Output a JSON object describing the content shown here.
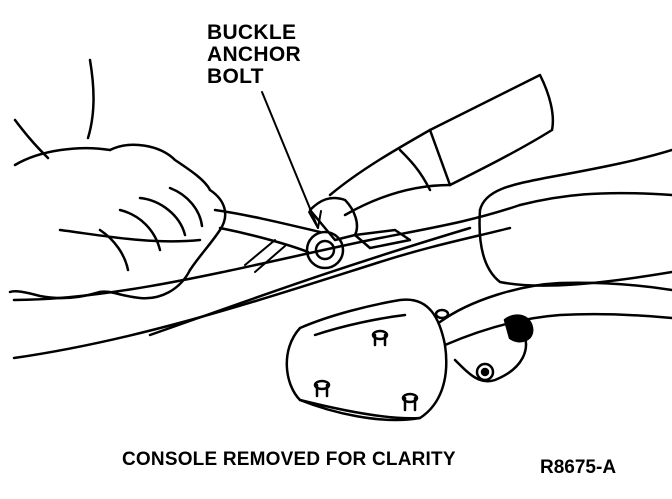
{
  "callout": {
    "line1": "BUCKLE",
    "line2": "ANCHOR",
    "line3": "BOLT"
  },
  "caption": "CONSOLE REMOVED FOR CLARITY",
  "figure_id": "R8675-A",
  "colors": {
    "ink": "#000000",
    "paper": "#ffffff"
  }
}
